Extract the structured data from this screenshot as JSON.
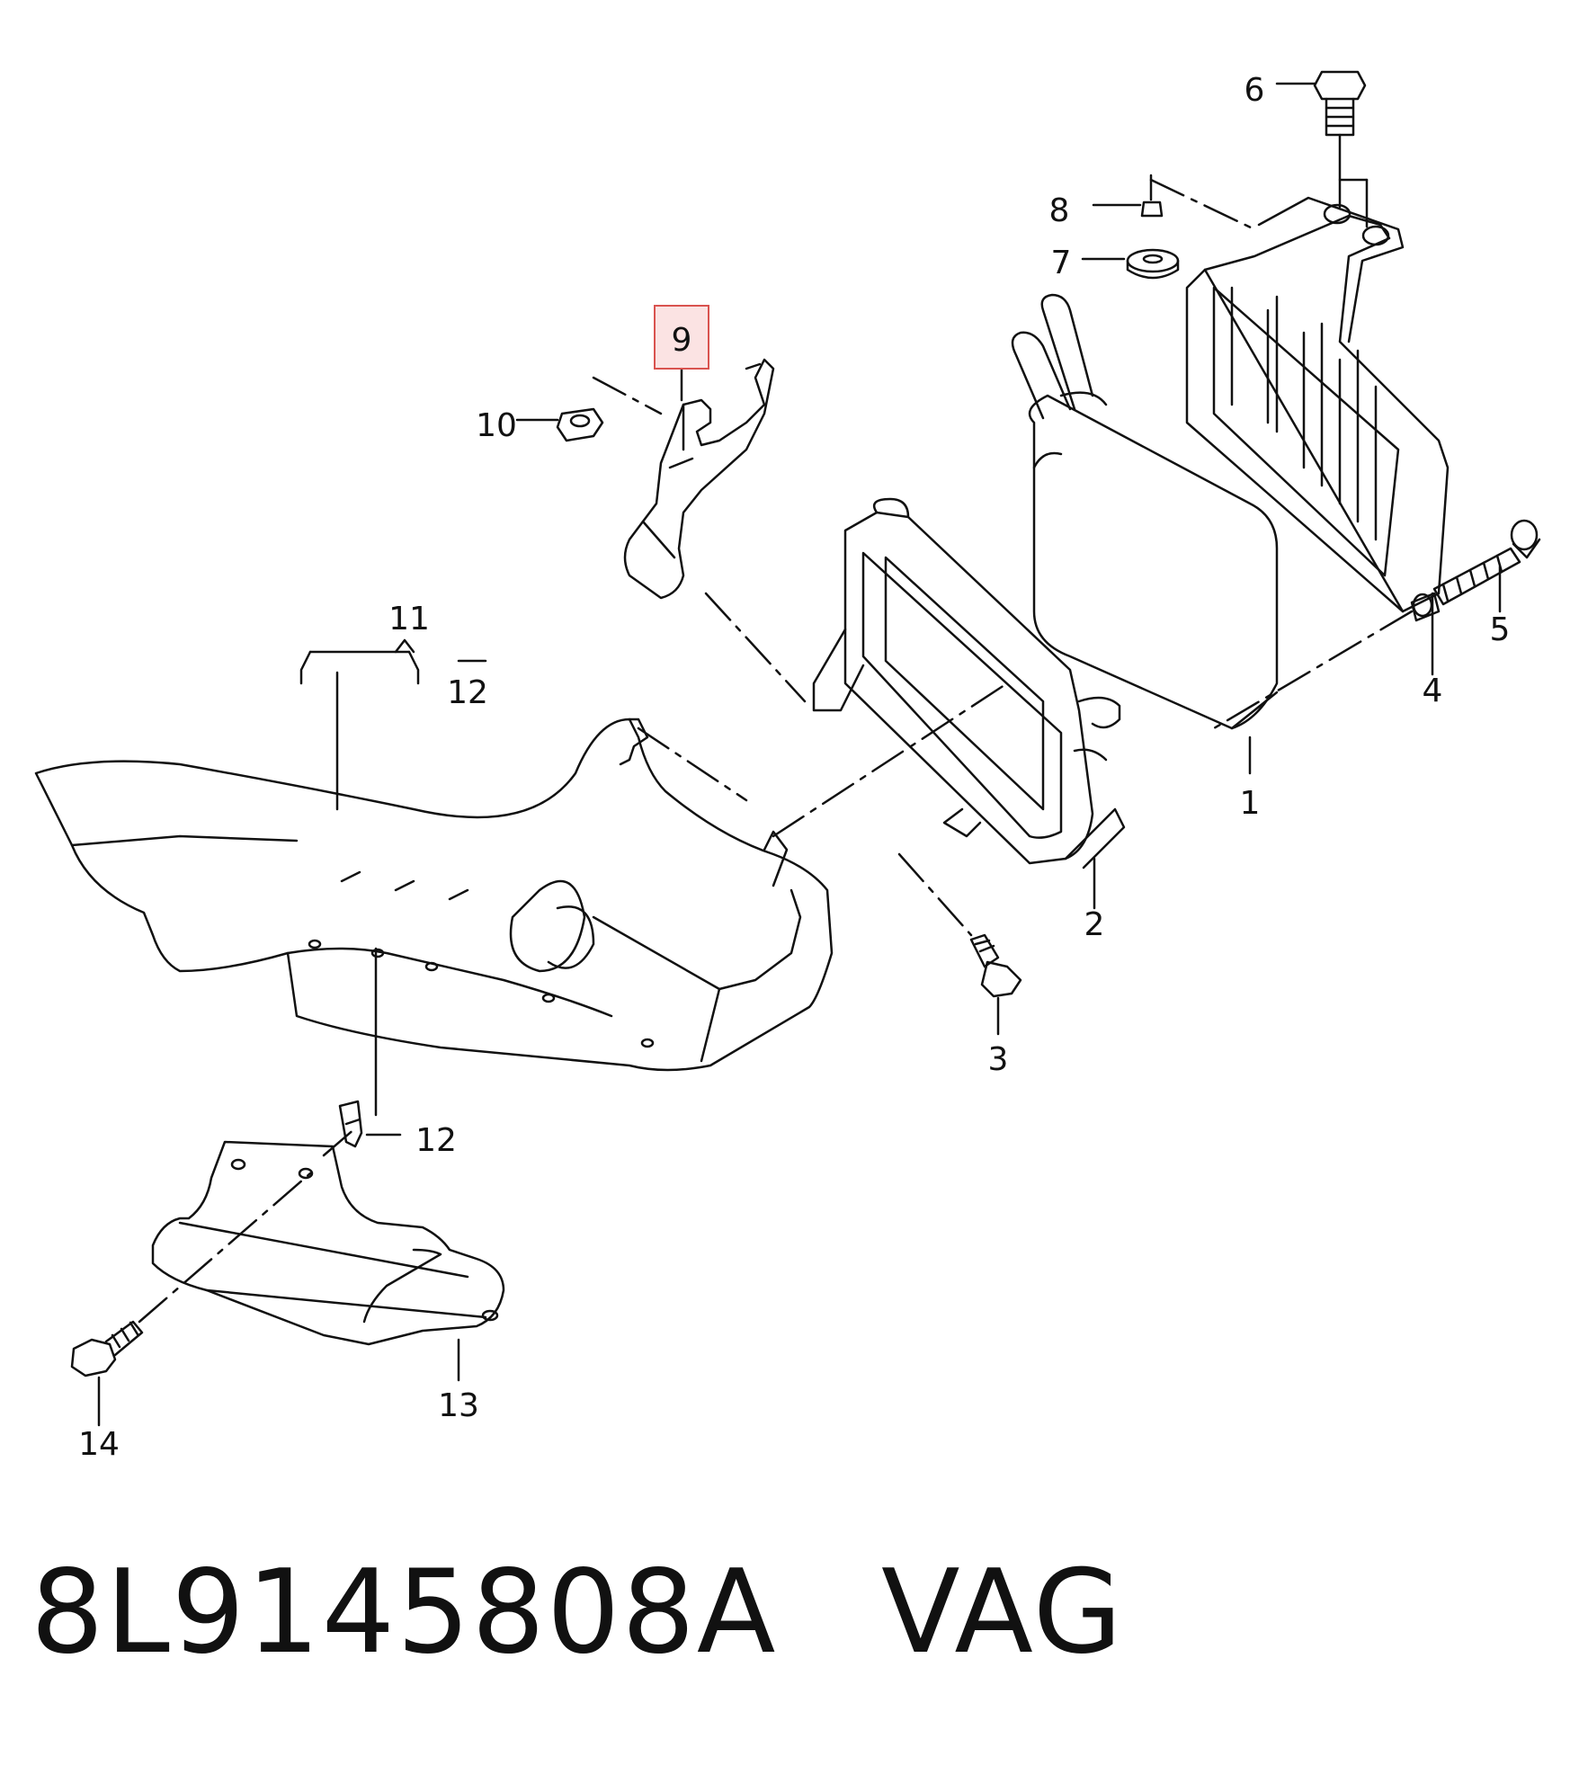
{
  "callouts": [
    {
      "id": "c1",
      "label": "1"
    },
    {
      "id": "c2",
      "label": "2"
    },
    {
      "id": "c3",
      "label": "3"
    },
    {
      "id": "c4",
      "label": "4"
    },
    {
      "id": "c5",
      "label": "5"
    },
    {
      "id": "c6",
      "label": "6"
    },
    {
      "id": "c7",
      "label": "7"
    },
    {
      "id": "c8",
      "label": "8"
    },
    {
      "id": "c9",
      "label": "9",
      "highlighted": true
    },
    {
      "id": "c10",
      "label": "10"
    },
    {
      "id": "c11",
      "label": "11"
    },
    {
      "id": "c12a",
      "label": "12"
    },
    {
      "id": "c12b",
      "label": "12"
    },
    {
      "id": "c13",
      "label": "13"
    },
    {
      "id": "c14",
      "label": "14"
    }
  ],
  "footer": {
    "part_number": "8L9145808A",
    "brand": "VAG"
  },
  "colors": {
    "line": "#111111",
    "highlight_border": "#d9534f",
    "highlight_fill": "#fbe3e3"
  }
}
